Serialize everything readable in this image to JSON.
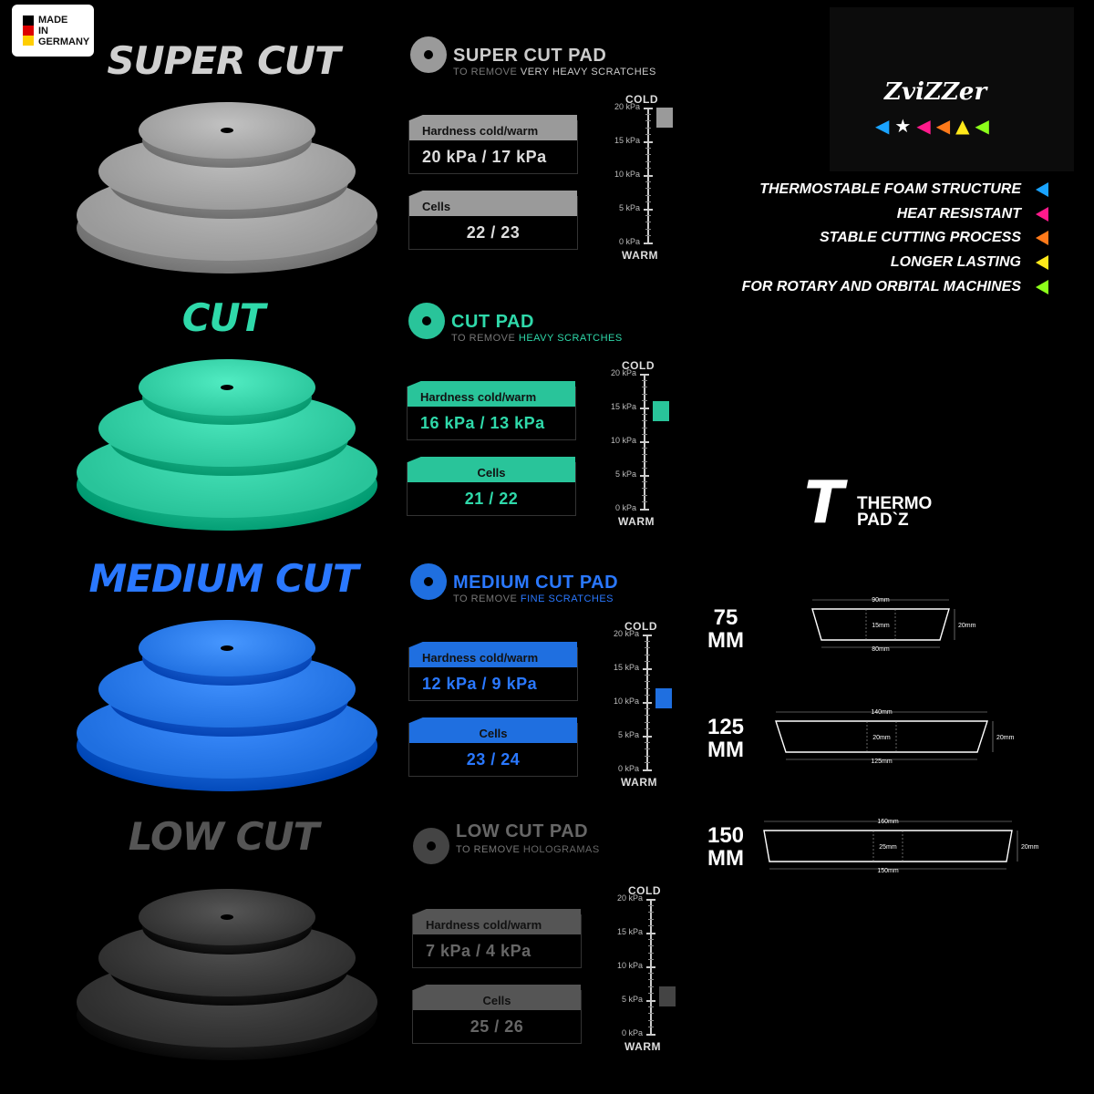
{
  "badge": {
    "text": "MADE\nIN\nGERMANY"
  },
  "pads": [
    {
      "title": "SUPER CUT",
      "name": "SUPER CUT PAD",
      "sub_prefix": "TO REMOVE ",
      "sub_highlight": "VERY HEAVY SCRATCHES",
      "hardness_label": "Hardness cold/warm",
      "hardness_value": "20 kPa / 17 kPa",
      "cells_label": "Cells",
      "cells_value": "22 / 23",
      "scale_cold": "COLD",
      "scale_warm": "WARM",
      "ticks": [
        "20 kPa",
        "15 kPa",
        "10 kPa",
        "5 kPa",
        "0 kPa"
      ],
      "hardness_cold_kpa": 20,
      "hardness_warm_kpa": 17,
      "color": "#9a9a9a",
      "title_color": "#d0d0d0",
      "text_color": "#d0d0d0"
    },
    {
      "title": "CUT",
      "name": "CUT PAD",
      "sub_prefix": "TO REMOVE ",
      "sub_highlight": "HEAVY SCRATCHES",
      "hardness_label": "Hardness cold/warm",
      "hardness_value": "16 kPa / 13 kPa",
      "cells_label": "Cells",
      "cells_value": "21 / 22",
      "scale_cold": "COLD",
      "scale_warm": "WARM",
      "ticks": [
        "20 kPa",
        "15 kPa",
        "10 kPa",
        "5 kPa",
        "0 kPa"
      ],
      "hardness_cold_kpa": 16,
      "hardness_warm_kpa": 13,
      "color": "#29c49a",
      "title_color": "#2fd9aa",
      "text_color": "#2fd9aa"
    },
    {
      "title": "MEDIUM CUT",
      "name": "MEDIUM CUT PAD",
      "sub_prefix": "TO REMOVE ",
      "sub_highlight": "FINE SCRATCHES",
      "hardness_label": "Hardness cold/warm",
      "hardness_value": "12 kPa / 9 kPa",
      "cells_label": "Cells",
      "cells_value": "23 / 24",
      "scale_cold": "COLD",
      "scale_warm": "WARM",
      "ticks": [
        "20 kPa",
        "15 kPa",
        "10 kPa",
        "5 kPa",
        "0 kPa"
      ],
      "hardness_cold_kpa": 12,
      "hardness_warm_kpa": 9,
      "color": "#1f6fe0",
      "title_color": "#2a78ff",
      "text_color": "#2a78ff"
    },
    {
      "title": "LOW CUT",
      "name": "LOW CUT PAD",
      "sub_prefix": "TO REMOVE ",
      "sub_highlight": "HOLOGRAMAS",
      "hardness_label": "Hardness cold/warm",
      "hardness_value": "7 kPa / 4 kPa",
      "cells_label": "Cells",
      "cells_value": "25 / 26",
      "scale_cold": "COLD",
      "scale_warm": "WARM",
      "ticks": [
        "20 kPa",
        "15 kPa",
        "10 kPa",
        "5 kPa",
        "0 kPa"
      ],
      "hardness_cold_kpa": 7,
      "hardness_warm_kpa": 4,
      "color": "#2e2e2e",
      "title_color": "#555555",
      "text_color": "#5a5a5a"
    }
  ],
  "brand": {
    "name": "ZviZZer",
    "star_colors": [
      "#1aa3ff",
      "#ffffff",
      "#ff1a8c",
      "#ff7a1a",
      "#ffe81a",
      "#8cff1a"
    ]
  },
  "features": [
    {
      "label": "THERMOSTABLE FOAM STRUCTURE",
      "color": "#1aa3ff"
    },
    {
      "label": "HEAT RESISTANT",
      "color": "#ff1a8c"
    },
    {
      "label": "STABLE CUTTING PROCESS",
      "color": "#ff7a1a"
    },
    {
      "label": "LONGER LASTING",
      "color": "#ffe81a"
    },
    {
      "label": "FOR ROTARY AND ORBITAL MACHINES",
      "color": "#8cff1a"
    }
  ],
  "thermo": {
    "T": "T",
    "word": "THERMO\nPAD`Z"
  },
  "sizes": [
    {
      "label": "75\nMM",
      "top": "90mm",
      "bottom": "80mm",
      "center": "15mm",
      "height": "20mm"
    },
    {
      "label": "125\nMM",
      "top": "140mm",
      "bottom": "125mm",
      "center": "20mm",
      "height": "20mm"
    },
    {
      "label": "150\nMM",
      "top": "160mm",
      "bottom": "150mm",
      "center": "25mm",
      "height": "20mm"
    }
  ]
}
